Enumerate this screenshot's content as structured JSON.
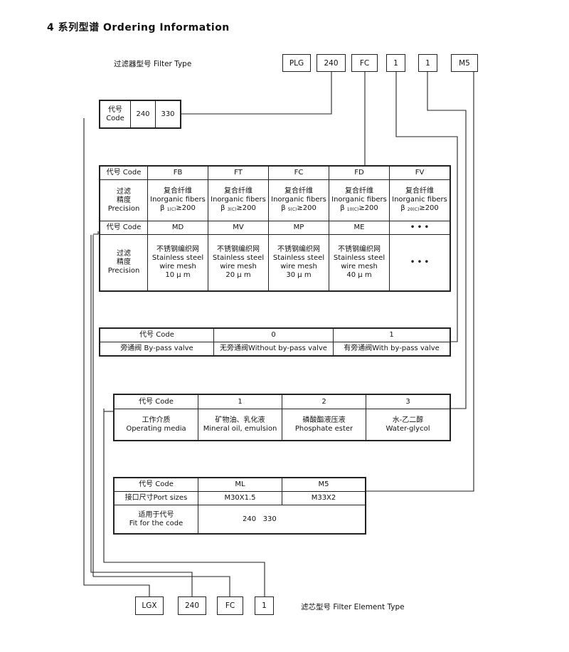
{
  "title": "4 系列型谱 Ordering Information",
  "filter_type_label": "过滤器型号  Filter Type",
  "type_code": [
    "PLG",
    "240",
    "FC",
    "1",
    "1",
    "M5"
  ],
  "code_size": {
    "header": [
      "代号",
      "Code"
    ],
    "values": [
      "240",
      "330"
    ]
  },
  "precision_table": {
    "code_header": "代号 Code",
    "precision_label": [
      "过滤",
      "精度",
      "Precision"
    ],
    "row1_codes": [
      "FB",
      "FT",
      "FC",
      "FD",
      "FV"
    ],
    "row1_cells": [
      {
        "cn": "复合纤维",
        "en": "Inorganic fibers",
        "beta": "β",
        "sub": "1(C)",
        "val": "≥200"
      },
      {
        "cn": "复合纤维",
        "en": "Inorganic fibers",
        "beta": "β",
        "sub": "3(C)",
        "val": "≥200"
      },
      {
        "cn": "复合纤维",
        "en": "Inorganic fibers",
        "beta": "β",
        "sub": "5(C)",
        "val": "≥200"
      },
      {
        "cn": "复合纤维",
        "en": "Inorganic fibers",
        "beta": "β",
        "sub": "10(C)",
        "val": "≥200"
      },
      {
        "cn": "复合纤维",
        "en": "Inorganic fibers",
        "beta": "β",
        "sub": "20(C)",
        "val": "≥200"
      }
    ],
    "row2_codes": [
      "MD",
      "MV",
      "MP",
      "ME",
      "• • •"
    ],
    "row2_cells": [
      [
        "不锈钢编织网",
        "Stainless steel",
        "wire mesh",
        "10 μ m"
      ],
      [
        "不锈钢编织网",
        "Stainless steel",
        "wire mesh",
        "20 μ m"
      ],
      [
        "不锈钢编织网",
        "Stainless steel",
        "wire mesh",
        "30 μ m"
      ],
      [
        "不锈钢编织网",
        "Stainless steel",
        "wire mesh",
        "40 μ m"
      ],
      [
        "• • •"
      ]
    ]
  },
  "bypass_table": {
    "header": [
      "代号 Code",
      "0",
      "1"
    ],
    "row": [
      "旁通阀 By-pass valve",
      "无旁通阀Without by-pass valve",
      "有旁通阀With by-pass valve"
    ]
  },
  "media_table": {
    "header": [
      "代号  Code",
      "1",
      "2",
      "3"
    ],
    "row": [
      [
        "工作介质",
        "Operating media"
      ],
      [
        "矿物油、乳化液",
        "Mineral oil, emulsion"
      ],
      [
        "磷酸酯液压液",
        "Phosphate ester"
      ],
      [
        "水-乙二醇",
        "Water-glycol"
      ]
    ]
  },
  "port_table": {
    "header": [
      "代号  Code",
      "ML",
      "M5"
    ],
    "port_row": [
      "接口尺寸Port sizes",
      "M30X1.5",
      "M33X2"
    ],
    "fit_row": [
      [
        "适用于代号",
        "Fit for the code"
      ],
      "240   330"
    ]
  },
  "element_code": [
    "LGX",
    "240",
    "FC",
    "1"
  ],
  "element_type_label": "滤芯型号 Filter Element Type"
}
